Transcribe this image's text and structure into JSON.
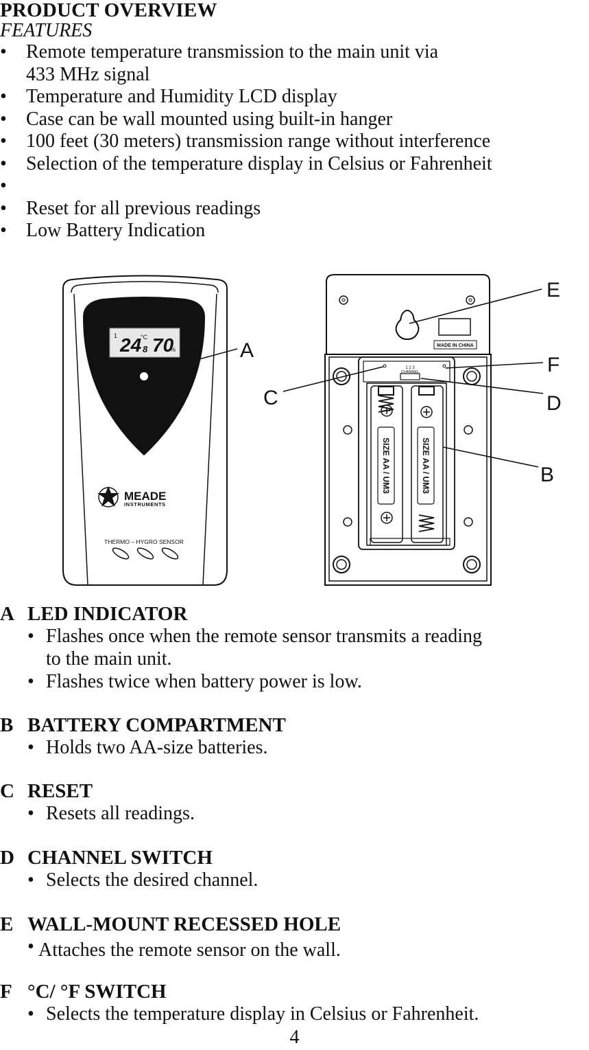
{
  "heading": "PRODUCT OVERVIEW",
  "subheading": "FEATURES",
  "features": [
    [
      "Remote temperature transmission to the main unit via",
      "433 MHz signal"
    ],
    [
      "Temperature and Humidity LCD display"
    ],
    [
      "Case can be wall mounted using built-in hanger"
    ],
    [
      "100 feet (30 meters) transmission range without interference"
    ],
    [
      "Selection of the temperature display in Celsius or Fahrenheit"
    ],
    [
      ""
    ],
    [
      "Reset for all previous readings"
    ],
    [
      "Low Battery Indication"
    ]
  ],
  "bullet": "•",
  "diagram": {
    "lcd_channel": "1",
    "lcd_temp": "24",
    "lcd_temp_decimal": "8",
    "lcd_unit": "°C",
    "lcd_humidity": "70",
    "lcd_percent": "%",
    "brand": "MEADE",
    "brand_sub": "INSTRUMENTS",
    "sensor_label": "THERMO – HYGRO SENSOR",
    "made_in": "MADE IN CHINA",
    "channel_numbers": "1  2  3",
    "channel_label": "CHANNEL",
    "battery_label": "SIZE AA / UM3",
    "callouts": {
      "A": "A",
      "B": "B",
      "C": "C",
      "D": "D",
      "E": "E",
      "F": "F"
    }
  },
  "sections": [
    {
      "letter": "A",
      "title": "LED INDICATOR",
      "items": [
        [
          "Flashes once when the remote sensor transmits a reading",
          "to the main unit."
        ],
        [
          "Flashes twice when battery power is low."
        ]
      ]
    },
    {
      "letter": "B",
      "title": "BATTERY COMPARTMENT",
      "items": [
        [
          "Holds two AA-size batteries."
        ]
      ]
    },
    {
      "letter": "C",
      "title": "RESET",
      "items": [
        [
          "Resets all readings."
        ]
      ]
    },
    {
      "letter": "D",
      "title": "CHANNEL SWITCH",
      "items": [
        [
          "Selects the desired channel."
        ]
      ]
    },
    {
      "letter": "E",
      "title": "WALL-MOUNT RECESSED HOLE",
      "items": [
        [
          "Attaches the remote sensor on the wall."
        ]
      ]
    },
    {
      "letter": "F",
      "title": "°C/ °F SWITCH",
      "items": [
        [
          "Selects the temperature display in Celsius or Fahrenheit."
        ]
      ]
    }
  ],
  "page_number": "4"
}
